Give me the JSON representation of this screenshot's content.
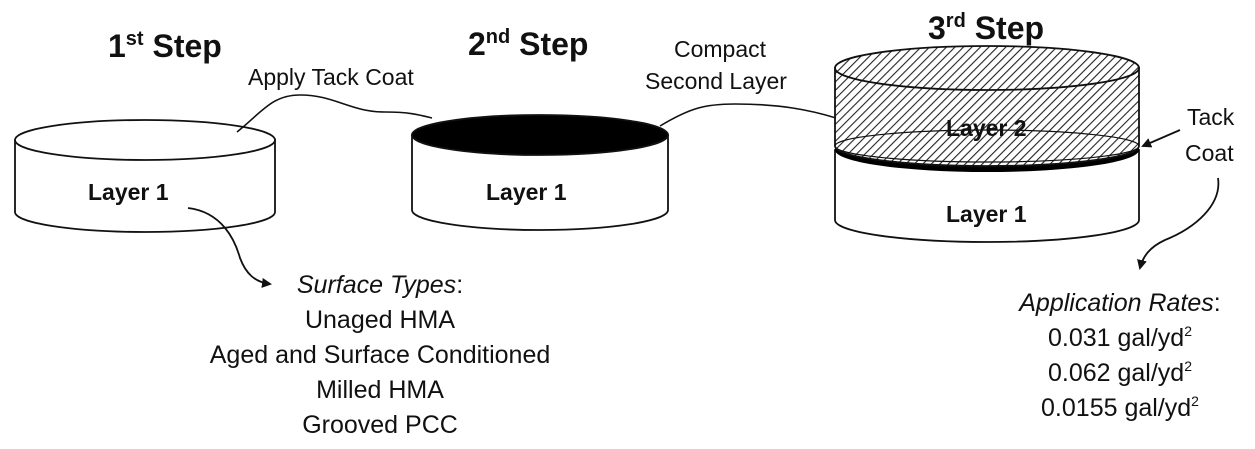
{
  "steps": [
    {
      "num": "1",
      "suffix": "st",
      "word": "Step"
    },
    {
      "num": "2",
      "suffix": "nd",
      "word": "Step"
    },
    {
      "num": "3",
      "suffix": "rd",
      "word": "Step"
    }
  ],
  "connectors": {
    "tack": "Apply Tack Coat",
    "compact_line1": "Compact",
    "compact_line2": "Second Layer"
  },
  "layers": {
    "step1_layer": "Layer 1",
    "step2_layer": "Layer 1",
    "step3_top": "Layer 2",
    "step3_bottom": "Layer 1"
  },
  "tack_coat": {
    "line1": "Tack",
    "line2": "Coat"
  },
  "surface_types": {
    "heading": "Surface Types",
    "heading_suffix": ":",
    "items": [
      "Unaged HMA",
      "Aged and Surface Conditioned",
      "Milled HMA",
      "Grooved PCC"
    ]
  },
  "application_rates": {
    "heading": "Application Rates",
    "heading_suffix": ":",
    "items": [
      {
        "value": "0.031 gal/yd",
        "exp": "2"
      },
      {
        "value": "0.062 gal/yd",
        "exp": "2"
      },
      {
        "value": "0.0155 gal/yd",
        "exp": "2"
      }
    ]
  },
  "colors": {
    "outline": "#111111",
    "tack_fill": "#000000",
    "background": "#ffffff"
  }
}
